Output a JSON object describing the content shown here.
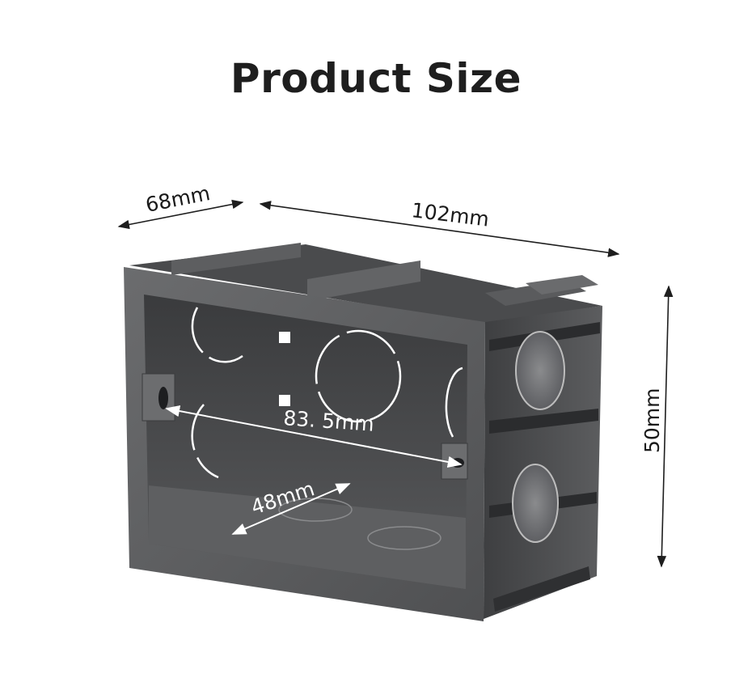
{
  "title": "Product Size",
  "dimensions": {
    "width": "68mm",
    "length": "102mm",
    "height": "50mm",
    "inner_diagonal": "83. 5mm",
    "inner_depth": "48mm"
  },
  "colors": {
    "box": "#57585a",
    "box_dark": "#2c2d2f",
    "box_light": "#7b7c7e",
    "line": "#1e1e1e",
    "background": "#ffffff"
  }
}
